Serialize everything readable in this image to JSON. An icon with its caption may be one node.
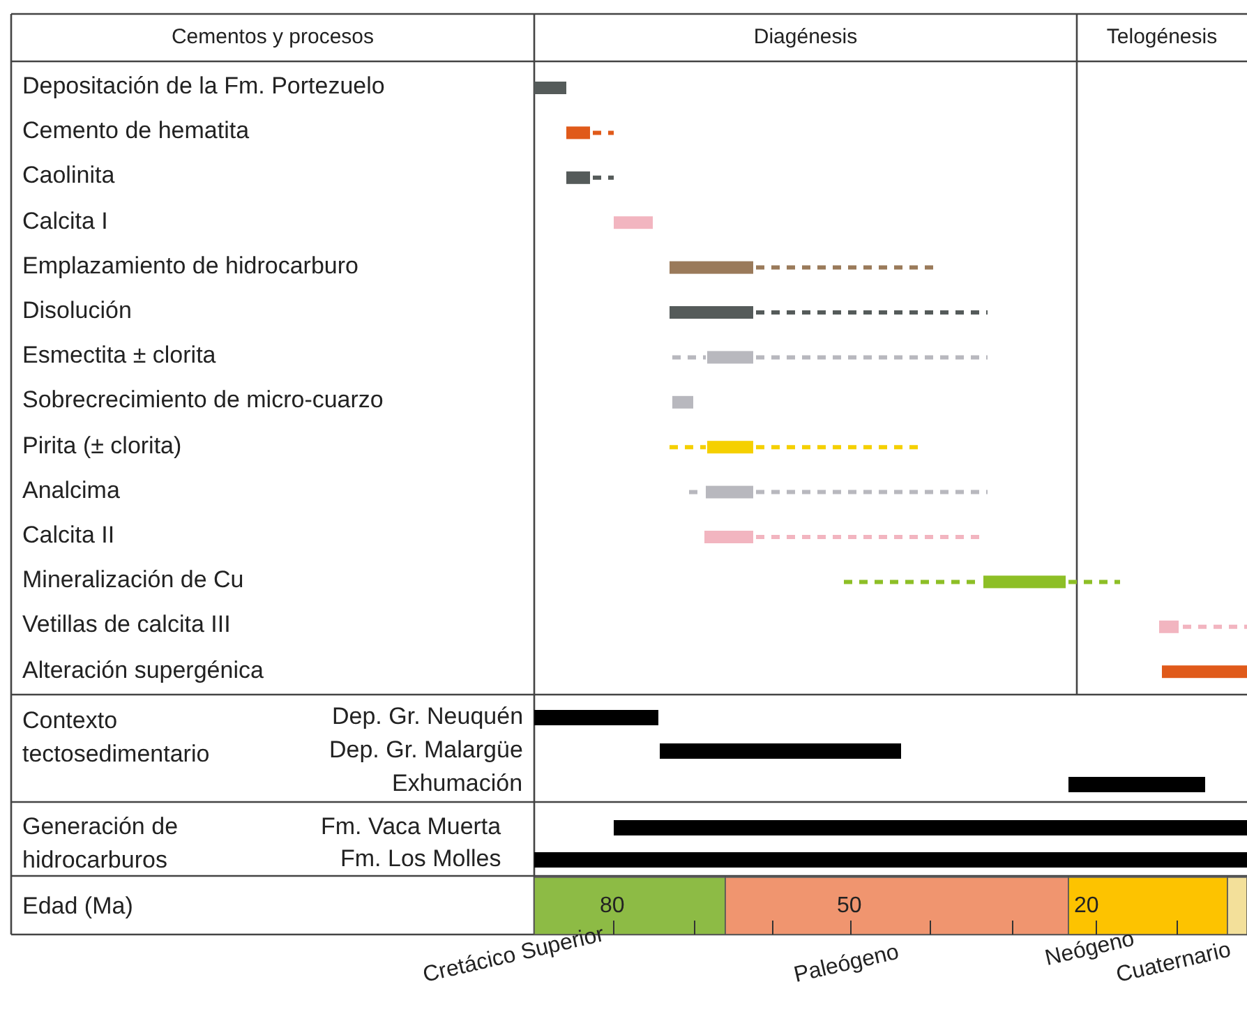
{
  "diagram": {
    "labels": [
      "Cementos y procesos",
      "Diagénesis",
      "Telogénesis",
      "Depositación de la Fm. Portezuelo",
      "Cemento de hematita",
      "Caolinita",
      "Calcita I",
      "Emplazamiento de hidrocarburo",
      "Disolución",
      "Esmectita ± clorita",
      "Sobrecrecimiento de micro-cuarzo",
      "Pirita (± clorita)",
      "Analcima",
      "Calcita II",
      "Mineralización de Cu",
      "Vetillas de calcita III",
      "Alteración supergénica",
      "Contexto tectosedimentario",
      "Dep. Gr. Neuquén",
      "Dep. Gr. Malargüe",
      "Exhumación",
      "Generación de hidrocarburos",
      "Fm. Vaca Muerta",
      "Fm. Los Molles",
      "Edad (Ma)",
      "80",
      "50",
      "20",
      "Cretácico Superior",
      "Paleógeno",
      "Neógeno",
      "Cuaternario"
    ]
  }
}
